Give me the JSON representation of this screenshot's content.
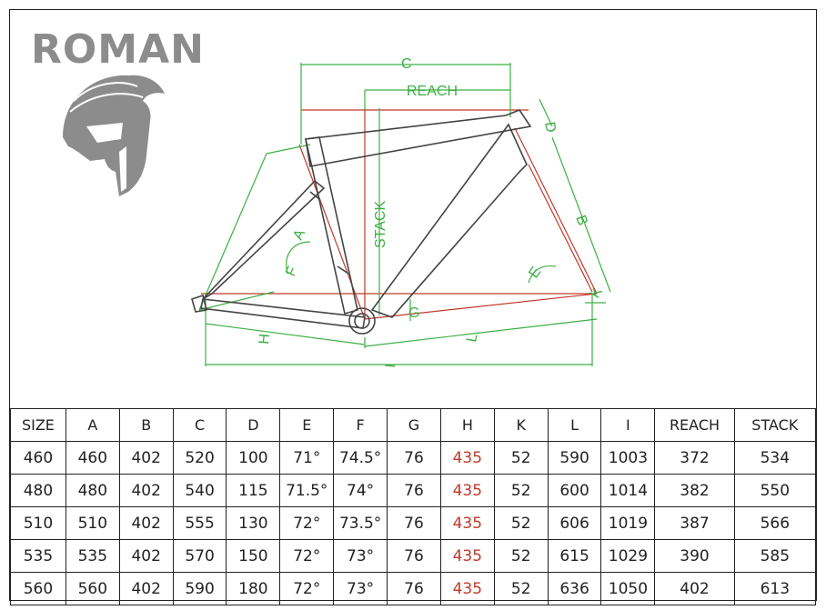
{
  "brand": {
    "name": "ROMAN",
    "colors": {
      "logo": "#8c8c8c"
    }
  },
  "diagram": {
    "labels": {
      "c": "C",
      "reach": "REACH",
      "stack": "STACK",
      "d": "D",
      "b": "B",
      "a": "A",
      "f": "F",
      "e": "E",
      "g": "G",
      "h": "H",
      "l": "L",
      "k": "K",
      "i": "I"
    },
    "colors": {
      "frame": "#444444",
      "dimension": "#3cb043",
      "red": "#c0392b"
    }
  },
  "table": {
    "headers": [
      "SIZE",
      "A",
      "B",
      "C",
      "D",
      "E",
      "F",
      "G",
      "H",
      "K",
      "L",
      "I",
      "REACH",
      "STACK"
    ],
    "rows": [
      [
        "460",
        "460",
        "402",
        "520",
        "100",
        "71°",
        "74.5°",
        "76",
        "435",
        "52",
        "590",
        "1003",
        "372",
        "534"
      ],
      [
        "480",
        "480",
        "402",
        "540",
        "115",
        "71.5°",
        "74°",
        "76",
        "435",
        "52",
        "600",
        "1014",
        "382",
        "550"
      ],
      [
        "510",
        "510",
        "402",
        "555",
        "130",
        "72°",
        "73.5°",
        "76",
        "435",
        "52",
        "606",
        "1019",
        "387",
        "566"
      ],
      [
        "535",
        "535",
        "402",
        "570",
        "150",
        "72°",
        "73°",
        "76",
        "435",
        "52",
        "615",
        "1029",
        "390",
        "585"
      ],
      [
        "560",
        "560",
        "402",
        "590",
        "180",
        "72°",
        "73°",
        "76",
        "435",
        "52",
        "636",
        "1050",
        "402",
        "613"
      ]
    ]
  }
}
